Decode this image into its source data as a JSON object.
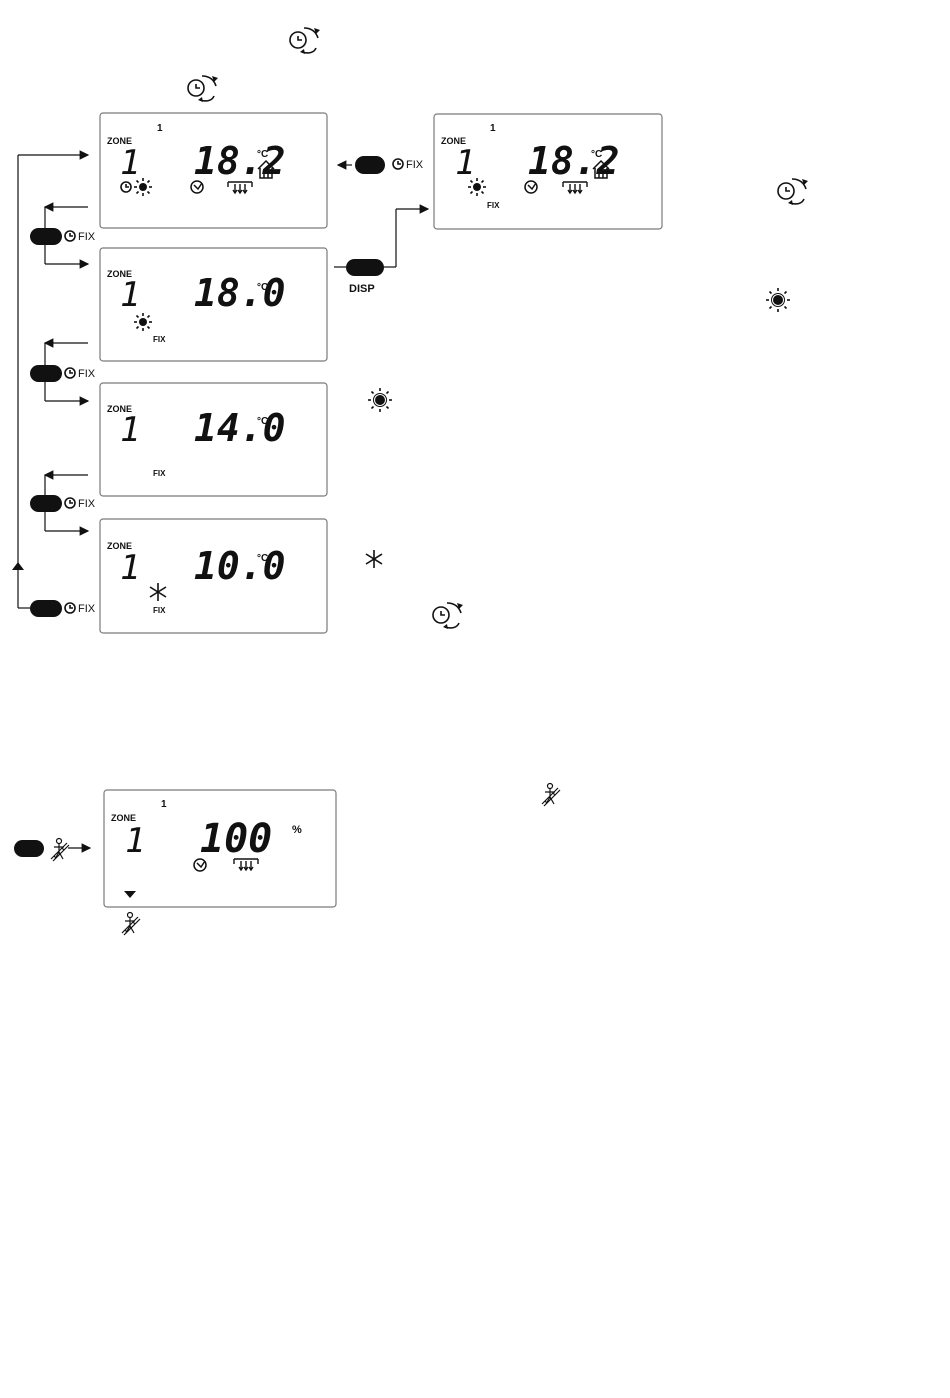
{
  "header": {
    "clock_icon_top": "clock-cycle-icon",
    "clock_icon_second": "clock-cycle-icon"
  },
  "screens": {
    "main": {
      "zone": "ZONE",
      "channel": "1",
      "zone_num": "1",
      "temp": "18.2",
      "unit": "°C"
    },
    "copy": {
      "zone": "ZONE",
      "channel": "1",
      "zone_num": "1",
      "temp": "18.2",
      "unit": "°C",
      "fix": "FIX"
    },
    "comfort": {
      "zone": "ZONE",
      "zone_num": "1",
      "temp": "18.0",
      "unit": "°C",
      "fix": "FIX"
    },
    "reduced": {
      "zone": "ZONE",
      "zone_num": "1",
      "temp": "14.0",
      "unit": "°C",
      "fix": "FIX"
    },
    "frost": {
      "zone": "ZONE",
      "zone_num": "1",
      "temp": "10.0",
      "unit": "°C",
      "fix": "FIX"
    },
    "valve": {
      "zone": "ZONE",
      "channel": "1",
      "zone_num": "1",
      "value": "100",
      "unit": "%"
    }
  },
  "buttons": {
    "fix_label": "FIX",
    "disp_label": "DISP"
  },
  "icons": {
    "sun": "sun-icon",
    "moon": "moon-icon",
    "snowflake": "snowflake-icon",
    "clock": "clock-icon",
    "house": "house-icon",
    "radiator": "radiator-icon",
    "valve": "valve-icon",
    "chimney_sweep": "chimney-sweep-icon"
  }
}
